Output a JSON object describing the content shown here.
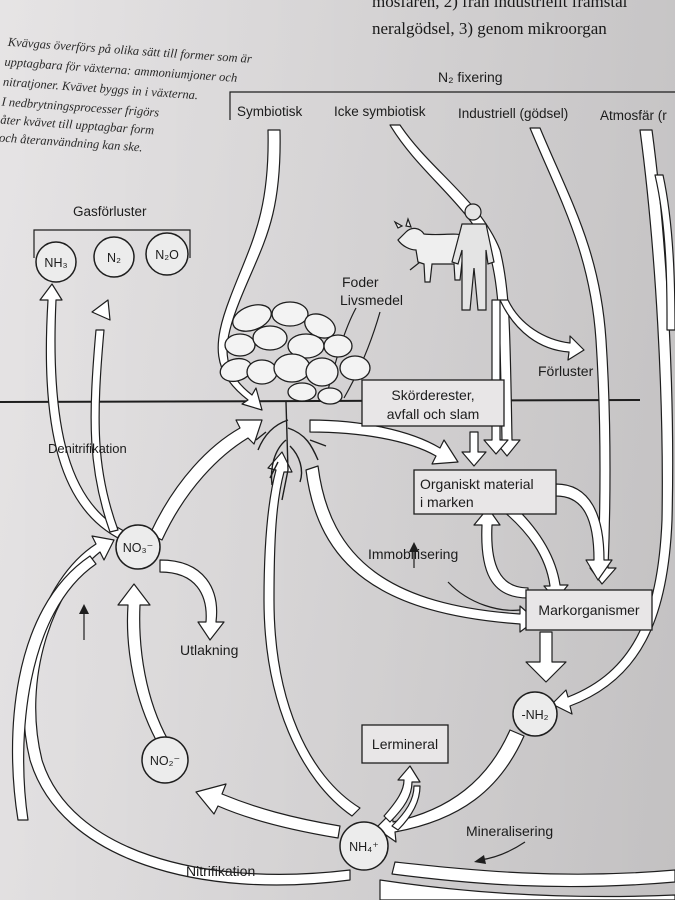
{
  "top_text": {
    "line1": "mosfären, 2) från industriellt framstäl",
    "line2": "neralgödsel, 3) genom mikroorgan"
  },
  "caption": {
    "lines": [
      "Kvävgas överförs på olika sätt till former som är",
      "upptagbara för växterna: ammoniumjoner och",
      "nitratjoner. Kvävet byggs in i växterna.",
      "I nedbrytningsprocesser frigörs",
      "åter kvävet till upptagbar form",
      "och återanvändning kan ske."
    ]
  },
  "fixation": {
    "title": "N₂ fixering",
    "sources": [
      "Symbiotisk",
      "Icke symbiotisk",
      "Industriell (gödsel)",
      "Atmosfär (r"
    ]
  },
  "gas_losses": {
    "title": "Gasförluster",
    "gases": [
      "NH₃",
      "N₂",
      "N₂O"
    ]
  },
  "labels": {
    "foder": "Foder",
    "livsmedel": "Livsmedel",
    "forluster": "Förluster",
    "denitrifikation": "Denitrifikation",
    "utlakning": "Utlakning",
    "immobilisering": "Immobilisering",
    "mineralisering": "Mineralisering",
    "nitrifikation": "Nitrifikation"
  },
  "boxes": {
    "skorderester_line1": "Skörderester,",
    "skorderester_line2": "avfall och slam",
    "organiskt_line1": "Organiskt material",
    "organiskt_line2": "i marken",
    "markorganismer": "Markorganismer",
    "lermineral": "Lermineral"
  },
  "nodes": {
    "no3": "NO₃⁻",
    "no2": "NO₂⁻",
    "nh2": "-NH₂",
    "nh4": "NH₄⁺"
  }
}
